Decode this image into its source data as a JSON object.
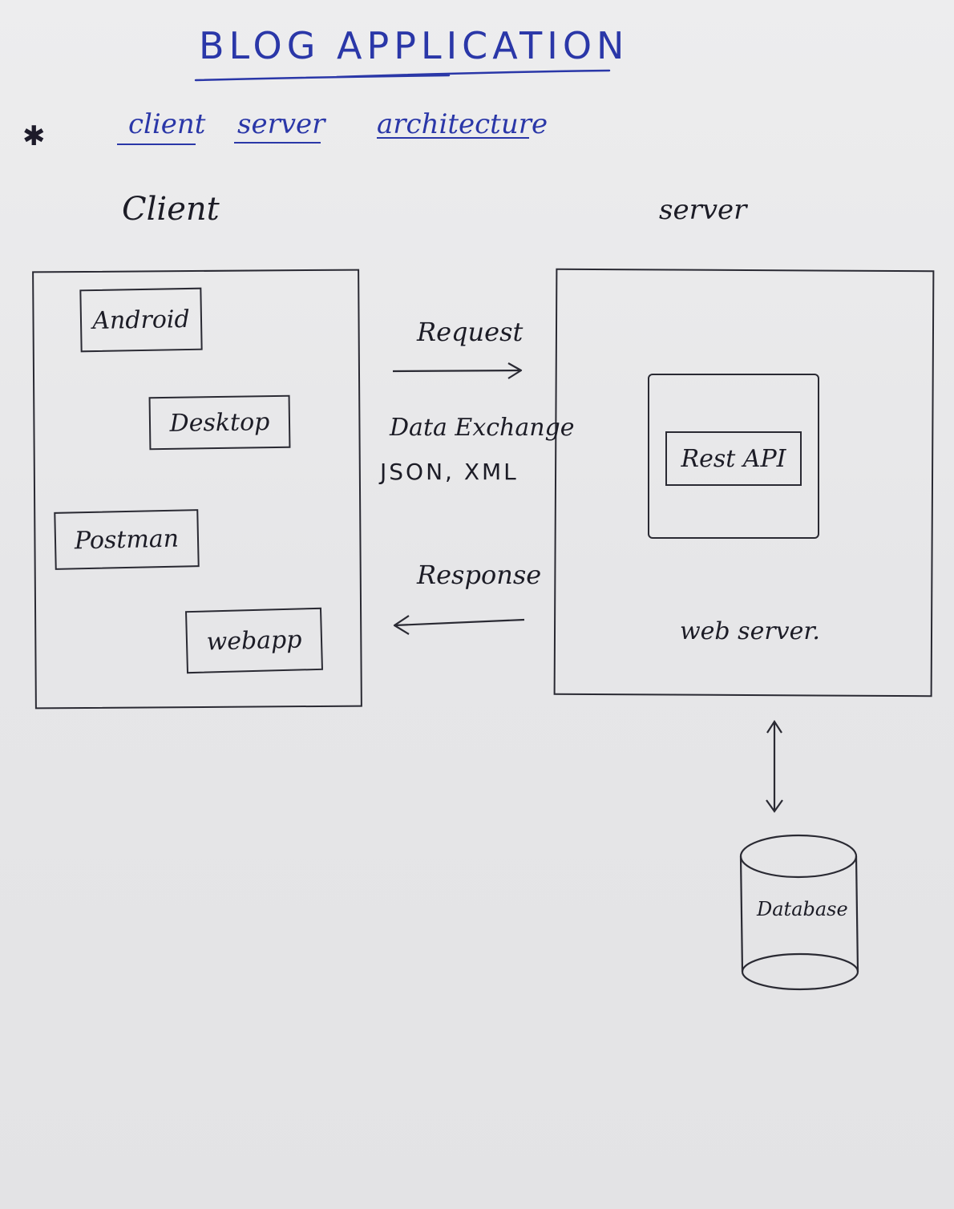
{
  "title": "BLOG APPLICATION",
  "subtitle": {
    "marker": "✱",
    "words": [
      "client",
      "server",
      "architecture"
    ]
  },
  "client": {
    "heading": "Client",
    "items": [
      "Android",
      "Desktop",
      "Postman",
      "webapp"
    ]
  },
  "server": {
    "heading": "server",
    "inner_label": "Rest API",
    "caption": "web server."
  },
  "exchange": {
    "request": "Request",
    "data_line1": "Data Exchange",
    "data_line2": "JSON, XML",
    "response": "Response"
  },
  "database": {
    "label": "Database"
  },
  "colors": {
    "ink_blue": "#2a37a8",
    "ink_black": "#1c1c26",
    "paper": "#e9e9ea"
  }
}
